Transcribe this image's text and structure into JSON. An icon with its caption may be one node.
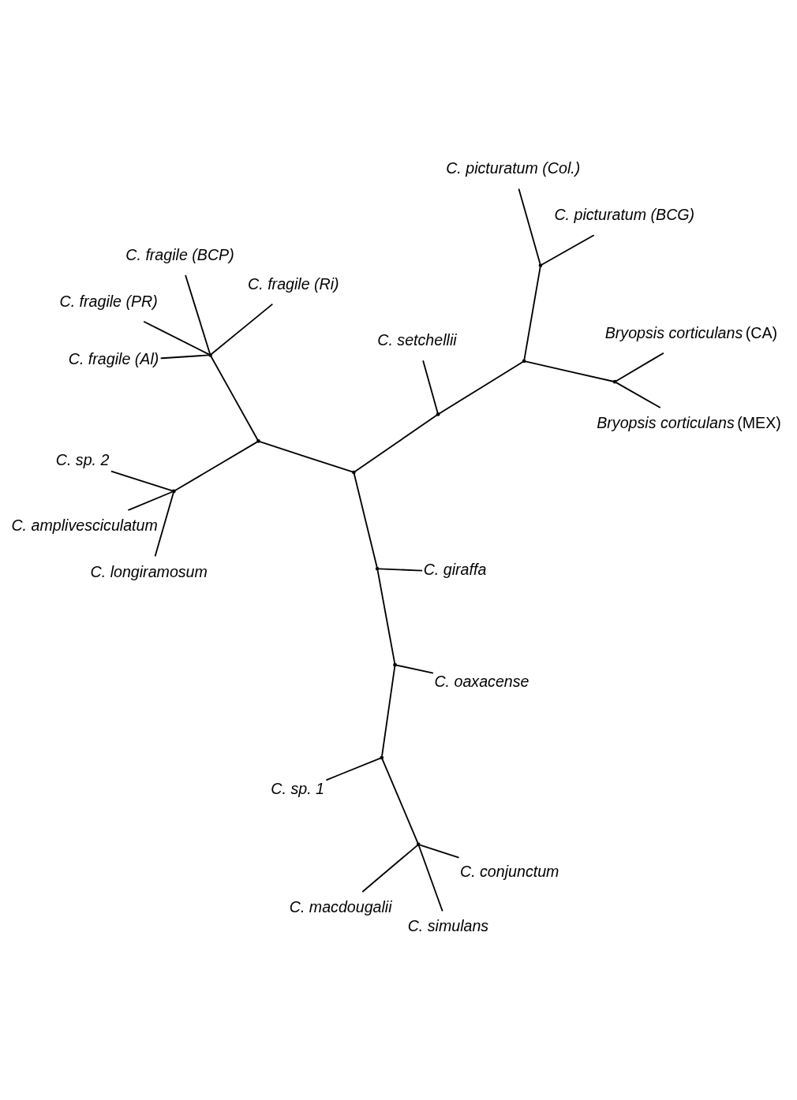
{
  "diagram": {
    "nodes": [
      {
        "text": [
          "C. fragile (Al)"
        ]
      },
      {
        "text": [
          "C. fragile (Ri)"
        ]
      },
      {
        "text": [
          "C. sp. 1"
        ]
      },
      {
        "text": [
          "C. fragile (PR)"
        ]
      },
      {
        "text": [
          "C. fragile (BCP)"
        ]
      },
      {
        "text": [
          "C. macdougalii"
        ]
      },
      {
        "text": [
          "C. simulans"
        ]
      },
      {
        "text": [
          "C. conjunctum"
        ]
      },
      {
        "text": [
          "C. amplivesciculatum"
        ]
      },
      {
        "text": [
          "C. oaxacense"
        ]
      },
      {
        "text": [
          "C. longiramosum"
        ]
      },
      {
        "text": [
          "C. sp. 2"
        ]
      },
      {
        "text": [
          "C. giraffa"
        ]
      },
      {
        "text": [
          "C. setchellii"
        ]
      },
      {
        "text": [
          "C. picturatum (Col.)"
        ]
      },
      {
        "text": [
          "C. picturatum (BCG)"
        ]
      },
      {
        "text": [
          "*Bryopsis corticulans* (MEX)"
        ]
      },
      {
        "text": [
          "*Bryopsis corticulans* (CA)"
        ]
      },
      {
        "text": [],
        "shape": "point"
      },
      {
        "text": [],
        "shape": "point"
      },
      {
        "text": [],
        "shape": "point"
      },
      {
        "text": [],
        "shape": "point"
      },
      {
        "text": [],
        "shape": "point"
      },
      {
        "text": [],
        "shape": "point"
      },
      {
        "text": [],
        "shape": "point"
      },
      {
        "text": [],
        "shape": "point"
      },
      {
        "text": [],
        "shape": "point"
      },
      {
        "text": [],
        "shape": "point"
      },
      {
        "text": [],
        "shape": "point"
      },
      {
        "text": [],
        "shape": "point"
      }
    ],
    "edges": [
      {
        "from": 18,
        "to": 0,
        "arrow": "none"
      },
      {
        "from": 18,
        "to": 1,
        "arrow": "none"
      },
      {
        "from": 18,
        "to": 3,
        "arrow": "none"
      },
      {
        "from": 18,
        "to": 4,
        "arrow": "none"
      },
      {
        "from": 19,
        "to": 18,
        "arrow": "none"
      },
      {
        "from": 19,
        "to": 20,
        "arrow": "none"
      },
      {
        "from": 20,
        "to": 8,
        "arrow": "none"
      },
      {
        "from": 20,
        "to": 10,
        "arrow": "none"
      },
      {
        "from": 20,
        "to": 11,
        "arrow": "none"
      },
      {
        "from": 21,
        "to": 19,
        "arrow": "none"
      },
      {
        "from": 21,
        "to": 22,
        "arrow": "none"
      },
      {
        "from": 22,
        "to": 12,
        "arrow": "none"
      },
      {
        "from": 22,
        "to": 23,
        "arrow": "none"
      },
      {
        "from": 23,
        "to": 9,
        "arrow": "none"
      },
      {
        "from": 23,
        "to": 24,
        "arrow": "none"
      },
      {
        "from": 24,
        "to": 2,
        "arrow": "none"
      },
      {
        "from": 24,
        "to": 25,
        "arrow": "none"
      },
      {
        "from": 25,
        "to": 5,
        "arrow": "none"
      },
      {
        "from": 25,
        "to": 6,
        "arrow": "none"
      },
      {
        "from": 25,
        "to": 7,
        "arrow": "none"
      },
      {
        "from": 21,
        "to": 26,
        "arrow": "none"
      },
      {
        "from": 26,
        "to": 13,
        "arrow": "none"
      },
      {
        "from": 26,
        "to": 27,
        "arrow": "none"
      },
      {
        "from": 27,
        "to": 28,
        "arrow": "none"
      },
      {
        "from": 28,
        "to": 14,
        "arrow": "none"
      },
      {
        "from": 28,
        "to": 15,
        "arrow": "none"
      },
      {
        "from": 27,
        "to": 29,
        "arrow": "none"
      },
      {
        "from": 29,
        "to": 16,
        "arrow": "none"
      },
      {
        "from": 29,
        "to": 17,
        "arrow": "none"
      }
    ]
  }
}
